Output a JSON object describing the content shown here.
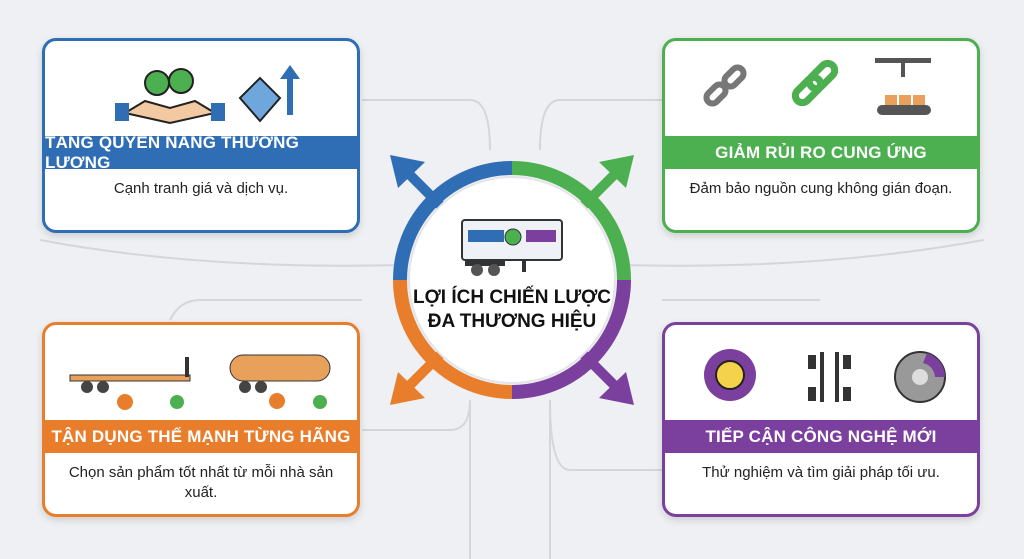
{
  "center": {
    "title_line1": "LỢI ÍCH CHIẾN LƯỢC",
    "title_line2": "ĐA THƯƠNG HIỆU",
    "icon": "trailer-icon"
  },
  "cards": [
    {
      "title": "TĂNG QUYỀN NĂNG THƯƠNG LƯỢNG",
      "description": "Cạnh tranh giá và dịch vụ.",
      "color": "#2f6db5",
      "icons": [
        "money-handshake-icon",
        "price-tag-up-icon"
      ]
    },
    {
      "title": "GIẢM RỦI RO CUNG ỨNG",
      "description": "Đảm bảo nguồn cung không gián đoạn.",
      "color": "#4caf50",
      "icons": [
        "broken-chain-icon",
        "chain-icon",
        "conveyor-icon"
      ]
    },
    {
      "title": "TẬN DỤNG THẾ MẠNH TỪNG HÃNG",
      "description": "Chọn sản phẩm tốt nhất từ mỗi nhà sản xuất.",
      "color": "#e87e2c",
      "icons": [
        "flatbed-trailer-icon",
        "tanker-trailer-icon"
      ]
    },
    {
      "title": "TIẾP CẬN CÔNG NGHỆ MỚI",
      "description": "Thử nghiệm và tìm giải pháp tối ưu.",
      "color": "#7b3f9e",
      "icons": [
        "gear-bulb-icon",
        "chassis-icon",
        "brake-disc-icon"
      ]
    }
  ]
}
